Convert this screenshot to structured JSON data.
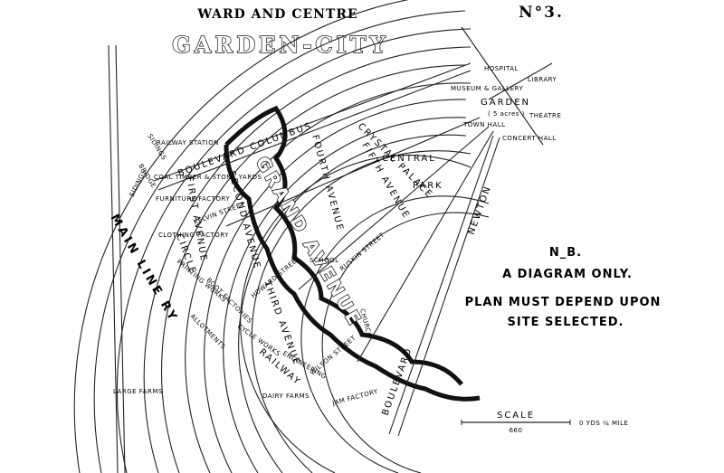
{
  "title": {
    "line1": "WARD AND CENTRE",
    "line2": "GARDEN-CITY",
    "number": "N°3."
  },
  "labels": {
    "boulevard_columbus": "BOULEVARD COLUMBUS",
    "sidings": "SIDINGS",
    "sidings2": "SIDINGS",
    "main_line_railway": "MAIN LINE RY",
    "railway_station": "RAILWAY STATION",
    "bridge": "BRIDGE",
    "coal_yards": "COAL TIMBER & STONE YARDS",
    "furniture_factory": "FURNITURE FACTORY",
    "clothing_factory": "CLOTHING FACTORY",
    "printing_works": "PRINTING WORKS",
    "boot_factories": "BOOT FACTORIES",
    "cycle_works": "CYCLE WORKS",
    "engineering": "ENGINEERING",
    "jam_factory": "JAM FACTORY",
    "allotments": "ALLOTMENTS",
    "dairy_farms": "DAIRY FARMS",
    "large_farms": "LARGE FARMS",
    "railway": "RAILWAY",
    "first_avenue": "FIRST AVENUE",
    "circle": "CIRCLE",
    "kelvin_street": "KELVIN STREET",
    "second_avenue": "SECOND AVENUE",
    "third_avenue": "THIRD AVENUE",
    "fourth_avenue": "FOURTH AVENUE",
    "fifth_avenue": "FIFTH AVENUE",
    "crystal_palace": "CRYSTAL PALACE",
    "grand_avenue": "GRAND AVENUE",
    "school": "SCHOOL",
    "church": "CHURCH",
    "newton": "NEWTON",
    "boulevard_outer": "BOULEVARD",
    "ruskin_street": "RUSKIN STREET",
    "howard_street": "HOWARD STREET",
    "wilson_street": "WILSON STREET",
    "central_park_1": "CENTRAL",
    "central_park_2": "PARK",
    "garden": "GARDEN",
    "garden_acres": "( 5 acres )",
    "hospital": "HOSPITAL",
    "library": "LIBRARY",
    "museum": "MUSEUM & GALLERY",
    "theatre": "THEATRE",
    "town_hall": "TOWN HALL",
    "concert_hall": "CONCERT HALL"
  },
  "note": {
    "line1": "N_B.",
    "line2": "A DIAGRAM ONLY.",
    "line3": "PLAN MUST DEPEND UPON",
    "line4": "SITE SELECTED."
  },
  "scale": {
    "label": "SCALE",
    "mid": "660",
    "unit": "0 YDS  ¼ MILE"
  }
}
